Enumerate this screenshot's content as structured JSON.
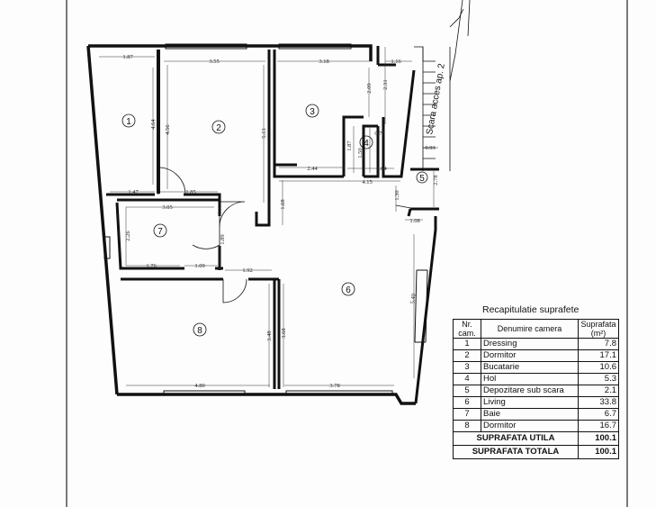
{
  "plan": {
    "stair_label": "Scara acces ap. 2",
    "rooms": [
      {
        "num": "1"
      },
      {
        "num": "2"
      },
      {
        "num": "3"
      },
      {
        "num": "4"
      },
      {
        "num": "5"
      },
      {
        "num": "6"
      },
      {
        "num": "7"
      },
      {
        "num": "8"
      }
    ],
    "dimensions": [
      "1.87",
      "3.55",
      "3.18",
      "1.16",
      "4.64",
      "4.56",
      "5.13",
      "2.09",
      "2.31",
      "0.75",
      "1.87",
      "1.50",
      "0.93",
      "2.44",
      "1.64",
      "4.15",
      "1.68",
      "2.78",
      "1.30",
      "1.08",
      "1.47",
      "1.85",
      "3.05",
      "2.26",
      "1.89",
      "1.76",
      "1.09",
      "1.92",
      "5.40",
      "3.48",
      "3.68",
      "4.80",
      "3.78"
    ]
  },
  "recap": {
    "title": "Recapitulatie suprafete",
    "headers": {
      "nr": "Nr. cam.",
      "name": "Denumire camera",
      "area": "Suprafata (m²)"
    },
    "rows": [
      {
        "nr": "1",
        "name": "Dressing",
        "area": "7.8"
      },
      {
        "nr": "2",
        "name": "Dormitor",
        "area": "17.1"
      },
      {
        "nr": "3",
        "name": "Bucatarie",
        "area": "10.6"
      },
      {
        "nr": "4",
        "name": "Hol",
        "area": "5.3"
      },
      {
        "nr": "5",
        "name": "Depozitare sub scara",
        "area": "2.1"
      },
      {
        "nr": "6",
        "name": "Living",
        "area": "33.8"
      },
      {
        "nr": "7",
        "name": "Baie",
        "area": "6.7"
      },
      {
        "nr": "8",
        "name": "Dormitor",
        "area": "16.7"
      }
    ],
    "total_util_label": "SUPRAFATA UTILA",
    "total_util": "100.1",
    "total_label": "SUPRAFATA TOTALA",
    "total": "100.1"
  }
}
